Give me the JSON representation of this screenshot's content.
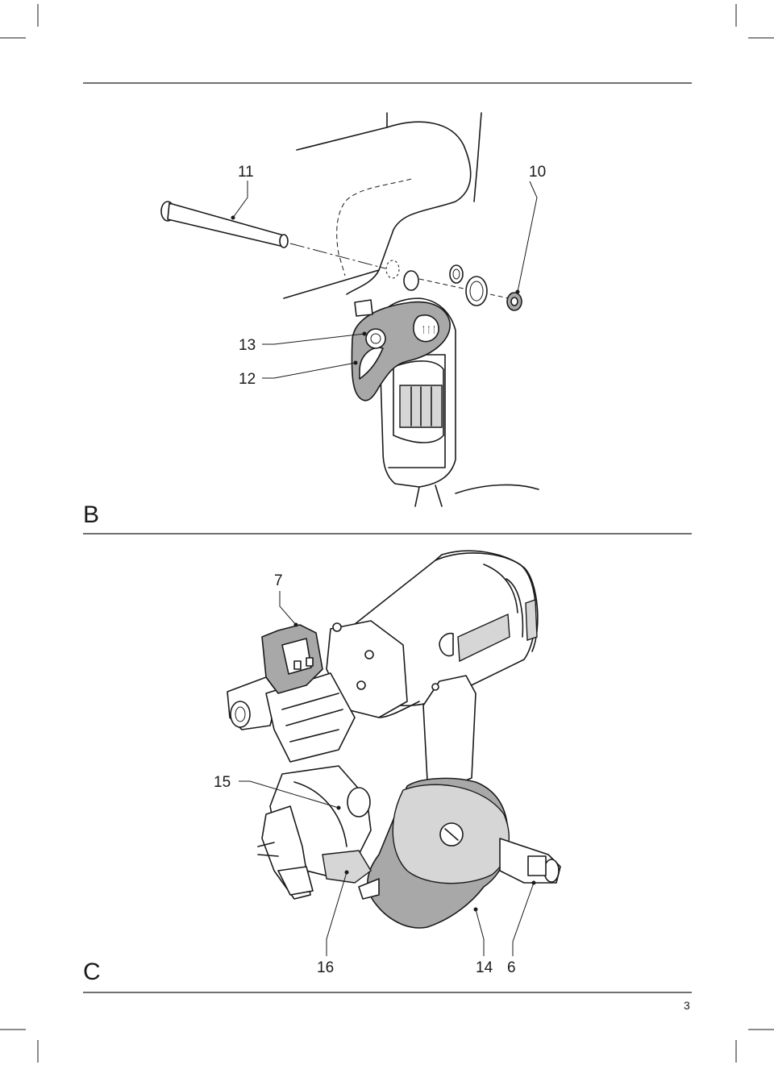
{
  "figure_b": {
    "section_label": "B",
    "callouts": {
      "c11": "11",
      "c10": "10",
      "c13": "13",
      "c12": "12"
    }
  },
  "figure_c": {
    "section_label": "C",
    "callouts": {
      "c7": "7",
      "c15": "15",
      "c16": "16",
      "c14": "14",
      "c6": "6"
    }
  },
  "page_number": "3"
}
